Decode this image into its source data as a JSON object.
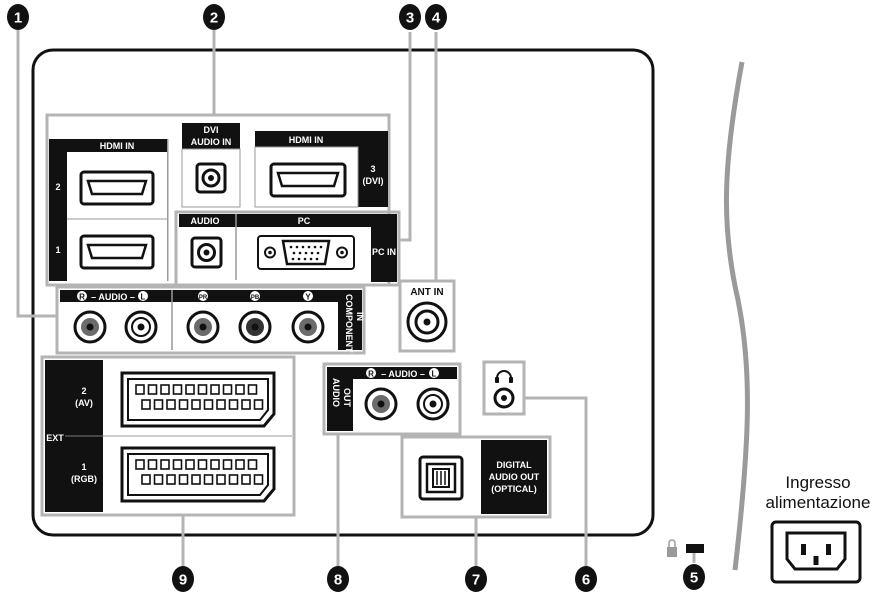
{
  "callouts": [
    "1",
    "2",
    "3",
    "4",
    "5",
    "6",
    "7",
    "8",
    "9"
  ],
  "panel": {
    "hdmi_in": "HDMI IN",
    "hdmi_2": "2",
    "hdmi_1": "1",
    "dvi_audio_in_line1": "DVI",
    "dvi_audio_in_line2": "AUDIO IN",
    "hdmi3_label": "HDMI IN",
    "hdmi3_num": "3",
    "hdmi3_dvi": "(DVI)",
    "pc_audio": "AUDIO",
    "pc": "PC",
    "pc_in": "PC IN",
    "ant_in": "ANT IN",
    "audio_r": "R",
    "audio_text": "– AUDIO –",
    "audio_l": "L",
    "pr": "PR",
    "pb": "PB",
    "y": "Y",
    "component_line1": "COMPONENT",
    "component_line2": "IN",
    "ext": "EXT",
    "ext2_num": "2",
    "ext2_sub": "(AV)",
    "ext1_num": "1",
    "ext1_sub": "(RGB)",
    "audio_out_line1": "AUDIO",
    "audio_out_line2": "OUT",
    "out_r": "R",
    "out_text": "– AUDIO –",
    "out_l": "L",
    "digital_line1": "DIGITAL",
    "digital_line2": "AUDIO OUT",
    "digital_line3": "(OPTICAL)"
  },
  "power": {
    "label_line1": "Ingresso",
    "label_line2": "alimentazione"
  }
}
